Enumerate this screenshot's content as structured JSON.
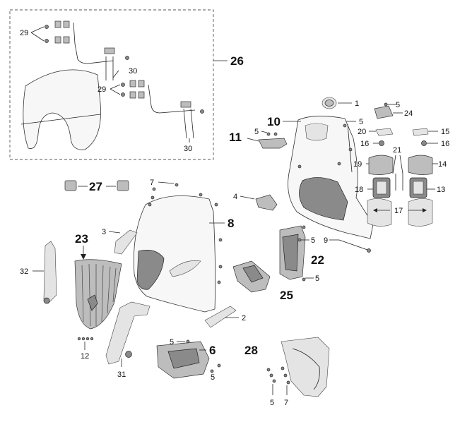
{
  "callouts": [
    {
      "id": "c1",
      "label": "1",
      "size": "small"
    },
    {
      "id": "c2",
      "label": "2",
      "size": "small"
    },
    {
      "id": "c3",
      "label": "3",
      "size": "small"
    },
    {
      "id": "c4",
      "label": "4",
      "size": "small"
    },
    {
      "id": "c5a",
      "label": "5",
      "size": "small"
    },
    {
      "id": "c5b",
      "label": "5",
      "size": "small"
    },
    {
      "id": "c5c",
      "label": "5",
      "size": "small"
    },
    {
      "id": "c5d",
      "label": "5",
      "size": "small"
    },
    {
      "id": "c5e",
      "label": "5",
      "size": "small"
    },
    {
      "id": "c5f",
      "label": "5",
      "size": "small"
    },
    {
      "id": "c5g",
      "label": "5",
      "size": "small"
    },
    {
      "id": "c5h",
      "label": "5",
      "size": "small"
    },
    {
      "id": "c6",
      "label": "6",
      "size": "big"
    },
    {
      "id": "c7a",
      "label": "7",
      "size": "small"
    },
    {
      "id": "c7b",
      "label": "7",
      "size": "small"
    },
    {
      "id": "c8",
      "label": "8",
      "size": "big"
    },
    {
      "id": "c9",
      "label": "9",
      "size": "small"
    },
    {
      "id": "c10",
      "label": "10",
      "size": "big"
    },
    {
      "id": "c11",
      "label": "11",
      "size": "big"
    },
    {
      "id": "c12",
      "label": "12",
      "size": "small"
    },
    {
      "id": "c13",
      "label": "13",
      "size": "small"
    },
    {
      "id": "c14",
      "label": "14",
      "size": "small"
    },
    {
      "id": "c15",
      "label": "15",
      "size": "small"
    },
    {
      "id": "c16a",
      "label": "16",
      "size": "small"
    },
    {
      "id": "c16b",
      "label": "16",
      "size": "small"
    },
    {
      "id": "c17",
      "label": "17",
      "size": "small"
    },
    {
      "id": "c18",
      "label": "18",
      "size": "small"
    },
    {
      "id": "c19",
      "label": "19",
      "size": "small"
    },
    {
      "id": "c20",
      "label": "20",
      "size": "small"
    },
    {
      "id": "c21",
      "label": "21",
      "size": "small"
    },
    {
      "id": "c22",
      "label": "22",
      "size": "big"
    },
    {
      "id": "c23",
      "label": "23",
      "size": "big"
    },
    {
      "id": "c24",
      "label": "24",
      "size": "small"
    },
    {
      "id": "c25",
      "label": "25",
      "size": "big"
    },
    {
      "id": "c26",
      "label": "26",
      "size": "big"
    },
    {
      "id": "c27",
      "label": "27",
      "size": "big"
    },
    {
      "id": "c28",
      "label": "28",
      "size": "big"
    },
    {
      "id": "c29a",
      "label": "29",
      "size": "small"
    },
    {
      "id": "c29b",
      "label": "29",
      "size": "small"
    },
    {
      "id": "c30a",
      "label": "30",
      "size": "small"
    },
    {
      "id": "c30b",
      "label": "30",
      "size": "small"
    },
    {
      "id": "c31",
      "label": "31",
      "size": "small"
    },
    {
      "id": "c32",
      "label": "32",
      "size": "small"
    }
  ]
}
